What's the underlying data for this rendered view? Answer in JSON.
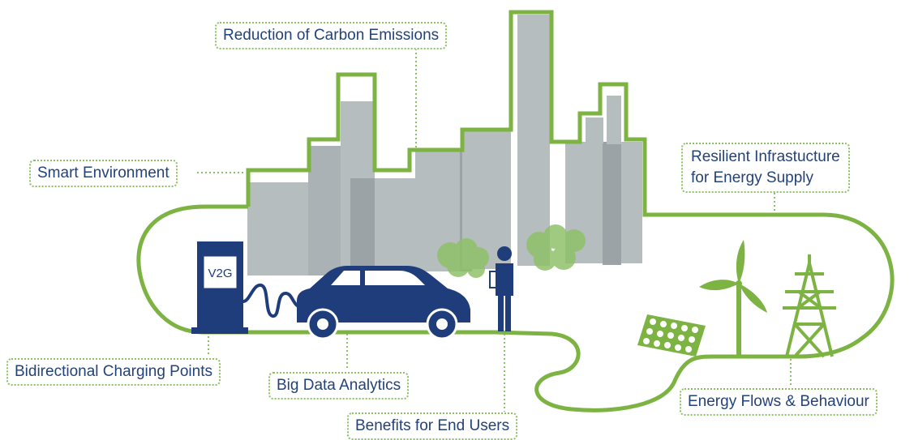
{
  "labels": {
    "reduction": "Reduction of Carbon Emissions",
    "smart_env": "Smart Environment",
    "resilient": [
      "Resilient Infrastucture",
      "for Energy Supply"
    ],
    "bidirectional": "Bidirectional Charging Points",
    "big_data": "Big Data Analytics",
    "benefits": "Benefits for End Users",
    "energy_flows": "Energy Flows & Behaviour"
  },
  "charger_text": "V2G",
  "colors": {
    "outline_green": "#7cb342",
    "label_border": "#8dc063",
    "building_gray": "#b5bdbf",
    "building_dark": "#9ba3a6",
    "navy": "#1f3d7a",
    "tree_green": "#8fc16a",
    "text_navy": "#24427a"
  }
}
